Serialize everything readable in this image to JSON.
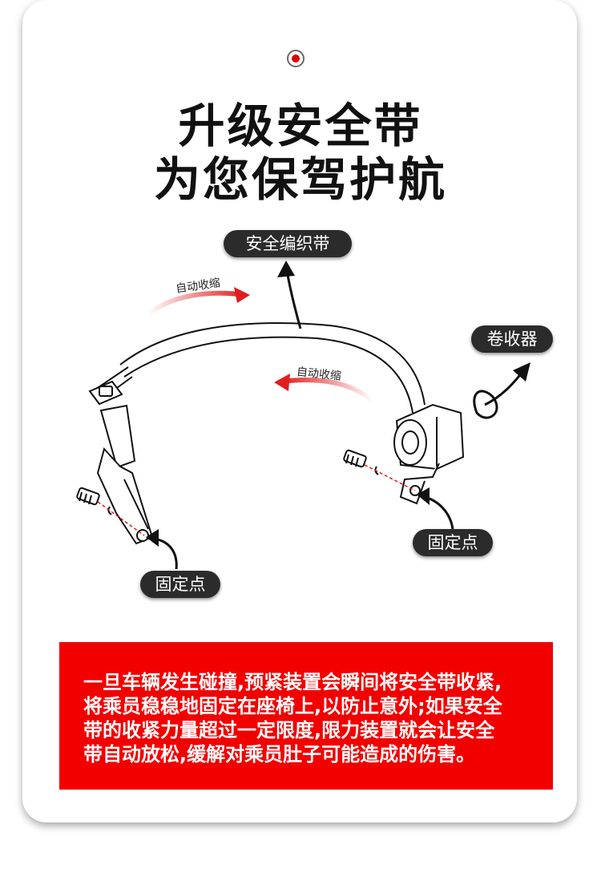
{
  "title": {
    "line1": "升级安全带",
    "line2": "为您保驾护航"
  },
  "labels": {
    "webbing": "安全编织带",
    "retractor": "卷收器",
    "anchor_left": "固定点",
    "anchor_right": "固定点",
    "auto_retract_upper": "自动收缩",
    "auto_retract_lower": "自动收缩"
  },
  "description": {
    "lines": [
      "一旦车辆发生碰撞,预紧装置会瞬间将安全带收紧,",
      "将乘员稳稳地固定在座椅上,以防止意外;如果安全",
      "带的收紧力量超过一定限度,限力装置就会让安全",
      "带自动放松,缓解对乘员肚子可能造成的伤害。"
    ]
  },
  "colors": {
    "accent": "#f20000",
    "pill_bg": "#2b2b2b",
    "arrow_red": "#e21d1d"
  }
}
